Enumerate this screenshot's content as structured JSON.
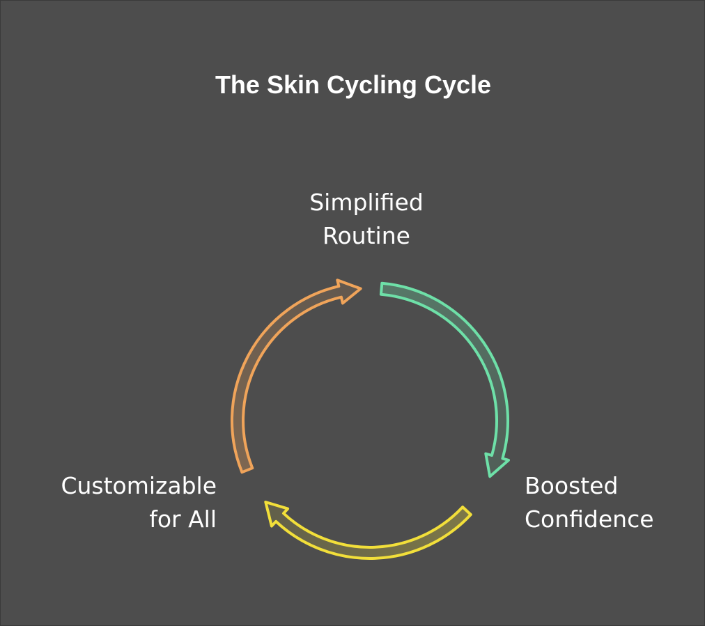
{
  "title": "The Skin Cycling Cycle",
  "stages": [
    {
      "line1": "Simplified",
      "line2": "Routine"
    },
    {
      "line1": "Boosted",
      "line2": "Confidence"
    },
    {
      "line1": "Customizable",
      "line2": "for All"
    }
  ],
  "colors": {
    "background": "#4d4d4d",
    "text": "#ffffff",
    "arrow_1": "#6ee0a8",
    "arrow_2": "#f2df3a",
    "arrow_3": "#f0a45a"
  }
}
